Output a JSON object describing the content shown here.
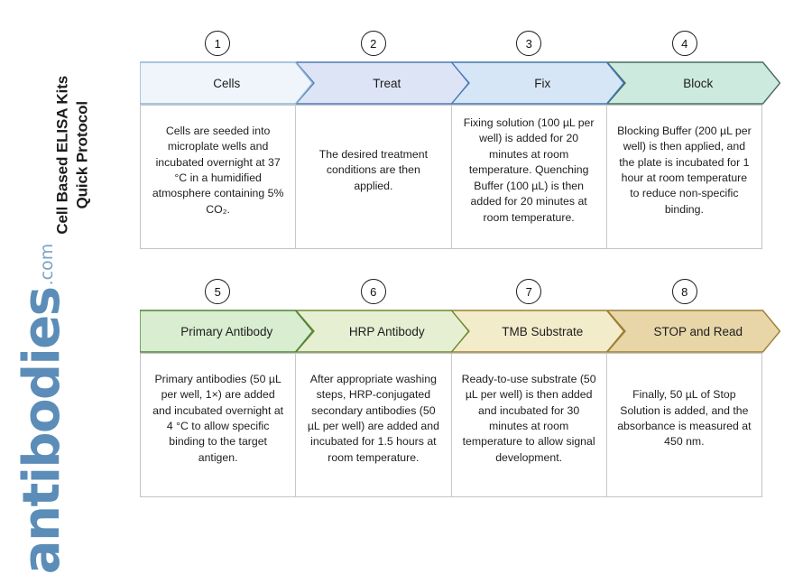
{
  "branding": {
    "title_line_1": "Cell Based ELISA Kits",
    "title_line_2": "Quick Protocol",
    "logo_word": "antibodies",
    "logo_tld": ".com",
    "logo_color": "#5b8db8"
  },
  "rows": [
    {
      "row_name": "row-1",
      "steps": [
        {
          "number": "1",
          "label": "Cells",
          "fill": "#eff5fb",
          "stroke": "#8fb4d4",
          "description": "Cells are seeded into microplate wells and incubated overnight at 37 °C in a humidified atmosphere containing 5% CO₂."
        },
        {
          "number": "2",
          "label": "Treat",
          "fill": "#dde4f6",
          "stroke": "#4a7ab5",
          "description": "The desired treatment conditions are then applied."
        },
        {
          "number": "3",
          "label": "Fix",
          "fill": "#d7e6f6",
          "stroke": "#3f78ae",
          "description": "Fixing solution (100 µL per well) is added for 20 minutes at room temperature. Quenching Buffer (100 µL) is then added for 20 minutes at room temperature."
        },
        {
          "number": "4",
          "label": "Block",
          "fill": "#cdeade",
          "stroke": "#4a6b63",
          "description": "Blocking Buffer (200 µL per well) is then applied, and the plate is incubated for 1 hour at room temperature to reduce non-specific binding."
        }
      ]
    },
    {
      "row_name": "row-2",
      "steps": [
        {
          "number": "5",
          "label": "Primary Antibody",
          "fill": "#d9edd0",
          "stroke": "#4f8437",
          "description": "Primary antibodies (50 µL per well, 1×) are added and incubated overnight at 4 °C to allow specific binding to the target antigen."
        },
        {
          "number": "6",
          "label": "HRP Antibody",
          "fill": "#e7efd3",
          "stroke": "#6b8a34",
          "description": "After appropriate washing steps, HRP-conjugated secondary antibodies (50 µL per well) are added and incubated for 1.5 hours at room temperature."
        },
        {
          "number": "7",
          "label": "TMB Substrate",
          "fill": "#f3eccb",
          "stroke": "#9c7f33",
          "description": "Ready-to-use substrate (50 µL per well) is then added and incubated for 30 minutes at room temperature to allow signal development."
        },
        {
          "number": "8",
          "label": "STOP and Read",
          "fill": "#e8d6a8",
          "stroke": "#9c7f33",
          "description": "Finally, 50 µL of Stop Solution is added, and the absorbance is measured at 450 nm."
        }
      ]
    }
  ]
}
